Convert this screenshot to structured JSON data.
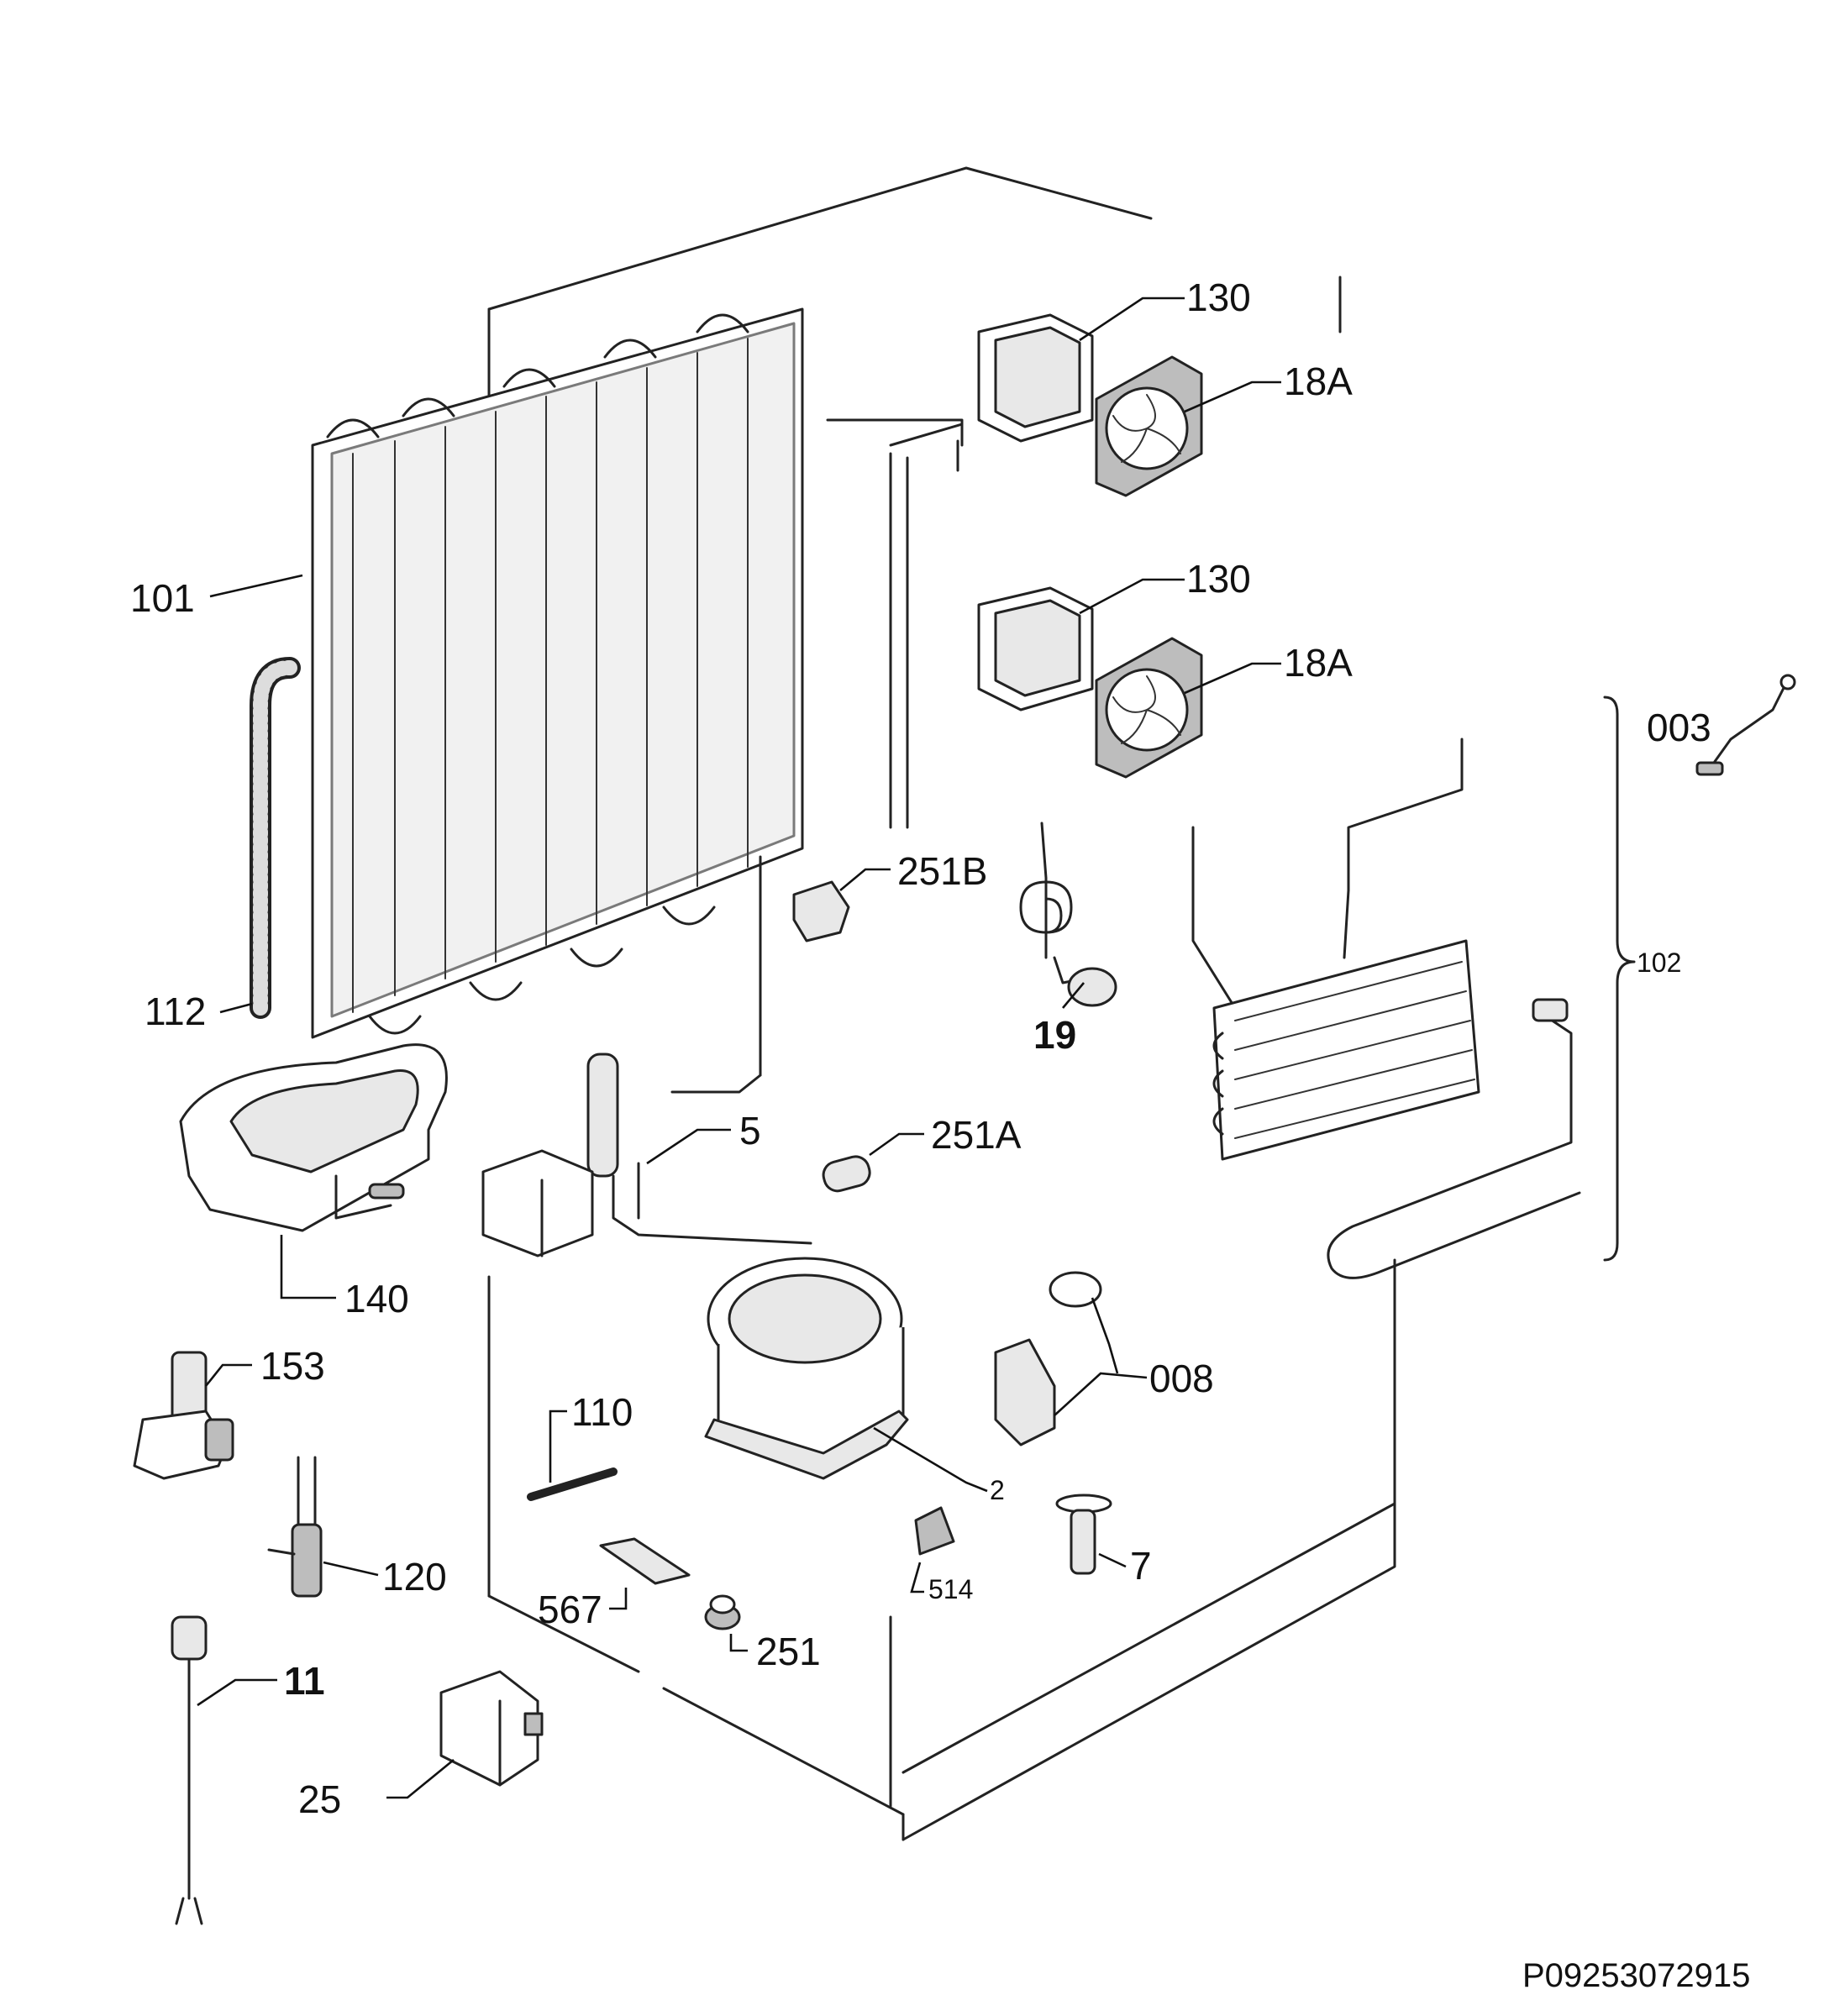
{
  "diagram": {
    "document_code": "P09253072915",
    "parts": [
      {
        "id": "part-101",
        "label": "101"
      },
      {
        "id": "part-112",
        "label": "112"
      },
      {
        "id": "part-140",
        "label": "140"
      },
      {
        "id": "part-153",
        "label": "153"
      },
      {
        "id": "part-120",
        "label": "120"
      },
      {
        "id": "part-11",
        "label": "11"
      },
      {
        "id": "part-25",
        "label": "25"
      },
      {
        "id": "part-567",
        "label": "567"
      },
      {
        "id": "part-251",
        "label": "251"
      },
      {
        "id": "part-110",
        "label": "110"
      },
      {
        "id": "part-5",
        "label": "5"
      },
      {
        "id": "part-251a",
        "label": "251A"
      },
      {
        "id": "part-251b",
        "label": "251B"
      },
      {
        "id": "part-2",
        "label": "2"
      },
      {
        "id": "part-514",
        "label": "514"
      },
      {
        "id": "part-7",
        "label": "7"
      },
      {
        "id": "part-008",
        "label": "008"
      },
      {
        "id": "part-19",
        "label": "19"
      },
      {
        "id": "part-130-top",
        "label": "130"
      },
      {
        "id": "part-18a-top",
        "label": "18A"
      },
      {
        "id": "part-130-bottom",
        "label": "130"
      },
      {
        "id": "part-18a-bottom",
        "label": "18A"
      },
      {
        "id": "part-003",
        "label": "003"
      },
      {
        "id": "part-102",
        "label": "102"
      }
    ]
  }
}
